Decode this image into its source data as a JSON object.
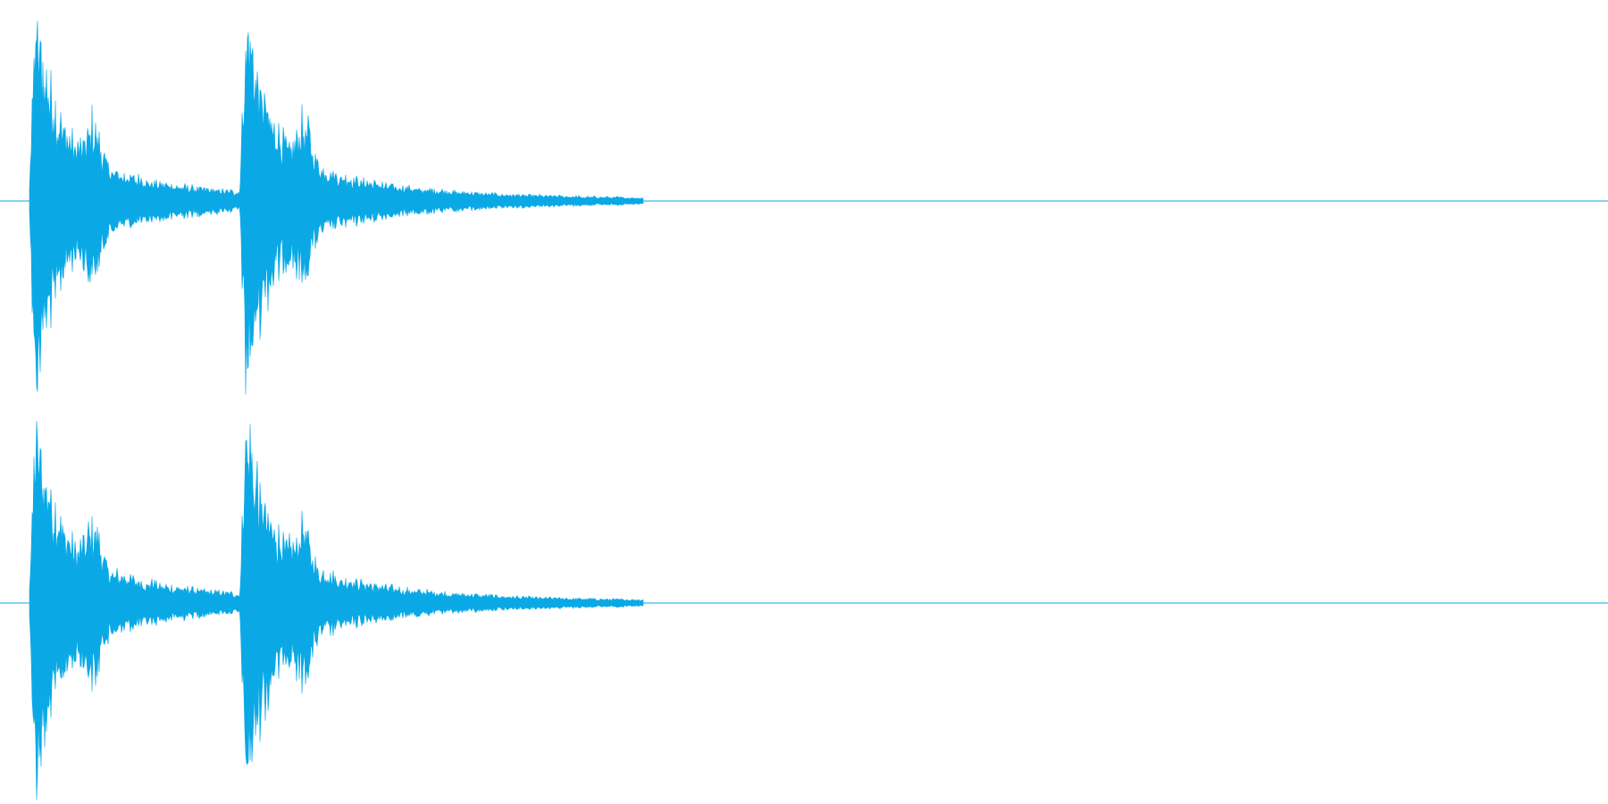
{
  "waveform": {
    "color": "#0aa9e6",
    "channels": [
      {
        "name": "channel-1"
      },
      {
        "name": "channel-2"
      }
    ],
    "transients": [
      {
        "time_fraction": 0.022,
        "peak": 0.95,
        "decay": 0.18
      },
      {
        "time_fraction": 0.153,
        "peak": 0.97,
        "decay": 0.2
      }
    ],
    "tail_end_fraction": 0.4
  }
}
